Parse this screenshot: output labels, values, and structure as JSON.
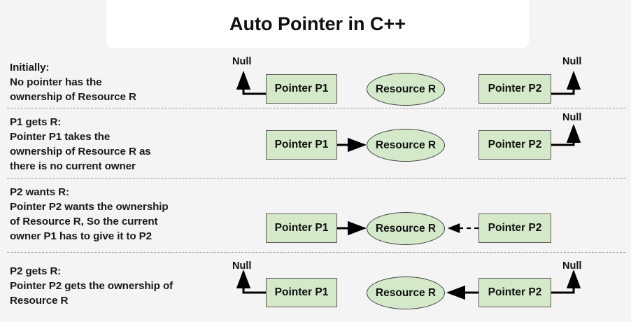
{
  "title": {
    "text": "Auto Pointer in C++"
  },
  "colors": {
    "background": "#f4f4f4",
    "banner": "#ffffff",
    "node_fill": "#d4e9c9",
    "node_stroke": "#5b5b5b",
    "text": "#111111",
    "divider": "#9a9a9a"
  },
  "labels": {
    "pointer_p1": "Pointer P1",
    "pointer_p2": "Pointer P2",
    "resource_r": "Resource R",
    "null": "Null"
  },
  "sections": [
    {
      "id": "initially",
      "heading": "Initially:",
      "body": "No pointer has the\nownership of Resource R",
      "text": "Initially:\nNo pointer has the\nownership of Resource R",
      "diagram": {
        "p1": "Pointer P1",
        "resource": "Resource R",
        "p2": "Pointer P2",
        "p1_null": "Null",
        "p2_null": "Null",
        "p1_to_resource": "none",
        "p2_to_resource": "none"
      }
    },
    {
      "id": "p1-gets-r",
      "heading": "P1 gets R:",
      "body": "Pointer P1 takes the\nownership of Resource R as\nthere is no current owner",
      "text": "P1 gets R:\nPointer P1 takes the\nownership of Resource R as\nthere is no current owner",
      "diagram": {
        "p1": "Pointer P1",
        "resource": "Resource R",
        "p2": "Pointer P2",
        "p1_null": "",
        "p2_null": "Null",
        "p1_to_resource": "solid",
        "p2_to_resource": "none"
      }
    },
    {
      "id": "p2-wants-r",
      "heading": "P2 wants R:",
      "body": "Pointer P2 wants the ownership\nof Resource R, So the current\nowner P1 has to give it to P2",
      "text": "P2 wants R:\nPointer P2 wants the ownership\nof Resource R, So the current\nowner P1 has to give it to P2",
      "diagram": {
        "p1": "Pointer P1",
        "resource": "Resource R",
        "p2": "Pointer P2",
        "p1_null": "",
        "p2_null": "",
        "p1_to_resource": "solid",
        "p2_to_resource": "dashed"
      }
    },
    {
      "id": "p2-gets-r",
      "heading": "P2 gets R:",
      "body": "Pointer P2 gets the ownership of\nResource R",
      "text": "P2 gets R:\nPointer P2 gets the ownership of\nResource R",
      "diagram": {
        "p1": "Pointer P1",
        "resource": "Resource R",
        "p2": "Pointer P2",
        "p1_null": "Null",
        "p2_null": "Null",
        "p1_to_resource": "none",
        "p2_to_resource": "solid"
      }
    }
  ]
}
